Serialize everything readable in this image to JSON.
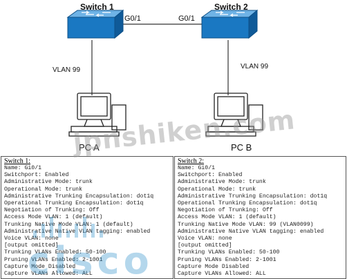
{
  "diagram": {
    "switch1_label": "Switch 1",
    "switch2_label": "Switch 2",
    "link_left_label": "G0/1",
    "link_right_label": "G0/1",
    "vlan_left_label": "VLAN 99",
    "vlan_right_label": "VLAN 99",
    "pc_a_label": "PC A",
    "pc_b_label": "PC B",
    "switch_color": "#1a78c2",
    "watermark_text": "jpnshiken.com"
  },
  "panel_left": {
    "title": "Switch 1:",
    "lines": [
      "Name: Gi0/1",
      "Switchport: Enabled",
      "Administrative Mode: trunk",
      "Operational Mode: trunk",
      "Administrative Trunking Encapsulation: dot1q",
      "Operational Trunking Encapsulation: dot1q",
      "Negotiation of Trunking: Off",
      "Access Mode VLAN: 1 (default)",
      "Trunking Native Mode VLAN: 1 (default)",
      "Administrative Native VLAN tagging: enabled",
      "Voice VLAN: none",
      "[output omitted]",
      "Trunking VLANs Enabled: 50-100",
      "Pruning VLANs Enabled: 2-1001",
      "Capture Mode Disabled",
      "Capture VLANs Allowed: ALL"
    ]
  },
  "panel_right": {
    "title": "Switch 2:",
    "lines": [
      "Name: Gi0/1",
      "Switchport: Enabled",
      "Administrative Mode: trunk",
      "Operational Mode: trunk",
      "Administrative Trunking Encapsulation: dot1q",
      "Operational Trunking Encapsulation: dot1q",
      "Negotiation of Trunking: Off",
      "Access Mode VLAN: 1 (default)",
      "Trunking Native Mode VLAN: 99 (VLAN0099)",
      "Administrative Native VLAN tagging: enabled",
      "Voice VLAN: none",
      "[output omitted]",
      "Trunking VLANs Enabled: 50-100",
      "Pruning VLANs Enabled: 2-1001",
      "Capture Mode Disabled",
      "Capture VLANs Allowed: ALL"
    ]
  },
  "logo": {
    "text": "cisco"
  }
}
